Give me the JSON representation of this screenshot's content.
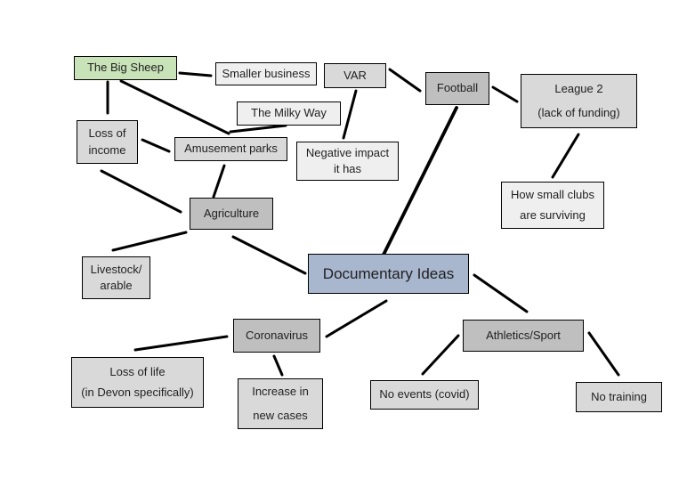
{
  "colors": {
    "page_bg": "#ffffff",
    "center_fill": "#a8b6ce",
    "green_fill": "#c9e3b8",
    "topic_fill": "#bfbfbf",
    "sub_fill": "#d9d9d9",
    "light_fill": "#efefef",
    "border": "#000000",
    "line": "#000000",
    "text": "#1f1f1f"
  },
  "nodes": {
    "documentary_ideas": {
      "label": "Documentary Ideas"
    },
    "big_sheep": {
      "label": "The Big Sheep"
    },
    "smaller_business": {
      "label": "Smaller business"
    },
    "var": {
      "label": "VAR"
    },
    "football": {
      "label": "Football"
    },
    "league2": {
      "line1": "League 2",
      "line2": "(lack of funding)"
    },
    "milky_way": {
      "label": "The Milky Way"
    },
    "loss_of_income": {
      "line1": "Loss of",
      "line2": "income"
    },
    "amusement_parks": {
      "label": "Amusement parks"
    },
    "negative_impact": {
      "line1": "Negative impact",
      "line2": "it has"
    },
    "how_small_clubs": {
      "line1": "How small clubs",
      "line2": "are surviving"
    },
    "agriculture": {
      "label": "Agriculture"
    },
    "livestock": {
      "line1": "Livestock/",
      "line2": "arable"
    },
    "coronavirus": {
      "label": "Coronavirus"
    },
    "loss_of_life": {
      "line1": "Loss of life",
      "line2": "(in Devon specifically)"
    },
    "increase_cases": {
      "line1": "Increase in",
      "line2": "new cases"
    },
    "athletics": {
      "label": "Athletics/Sport"
    },
    "no_events": {
      "label": "No events (covid)"
    },
    "no_training": {
      "label": "No training"
    }
  }
}
